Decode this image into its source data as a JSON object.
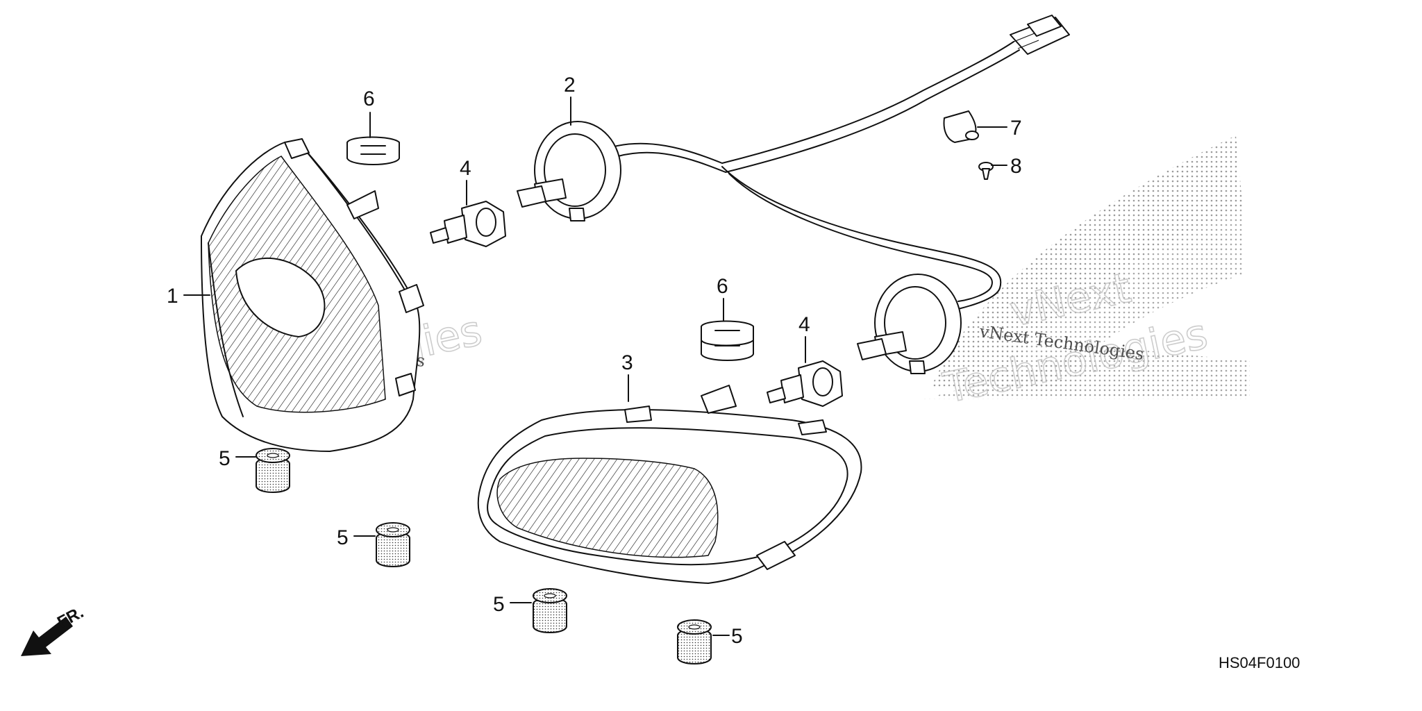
{
  "diagram": {
    "callouts": [
      "1",
      "2",
      "3",
      "4",
      "4",
      "5",
      "5",
      "5",
      "5",
      "6",
      "6",
      "7",
      "8"
    ],
    "direction_label": "FR.",
    "diagram_code": "HS04F0100"
  },
  "watermark": {
    "brand": "vNext",
    "company": "Technologies",
    "full": "vNext Technologies",
    "color": "#bcbcbc"
  },
  "colors": {
    "line": "#111111",
    "background": "#ffffff",
    "dots": "#9a9a9a"
  }
}
